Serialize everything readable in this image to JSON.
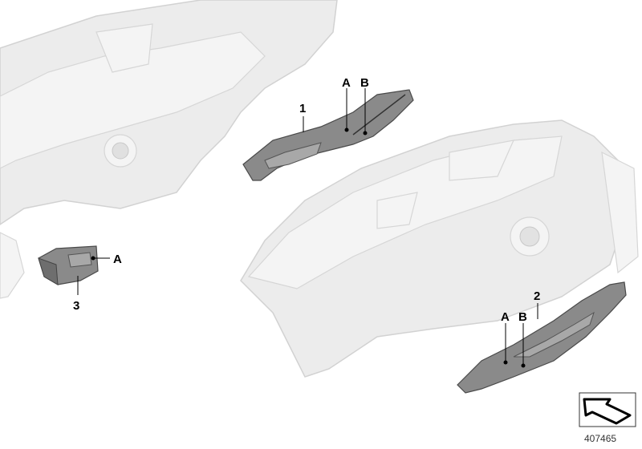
{
  "diagram": {
    "callouts": {
      "part1": "1",
      "part2": "2",
      "part3": "3",
      "a_part1": "A",
      "b_part1": "B",
      "a_part2": "A",
      "b_part2": "B",
      "a_part3": "A"
    },
    "document_number": "407465",
    "icon": "arrow-reference-icon"
  }
}
